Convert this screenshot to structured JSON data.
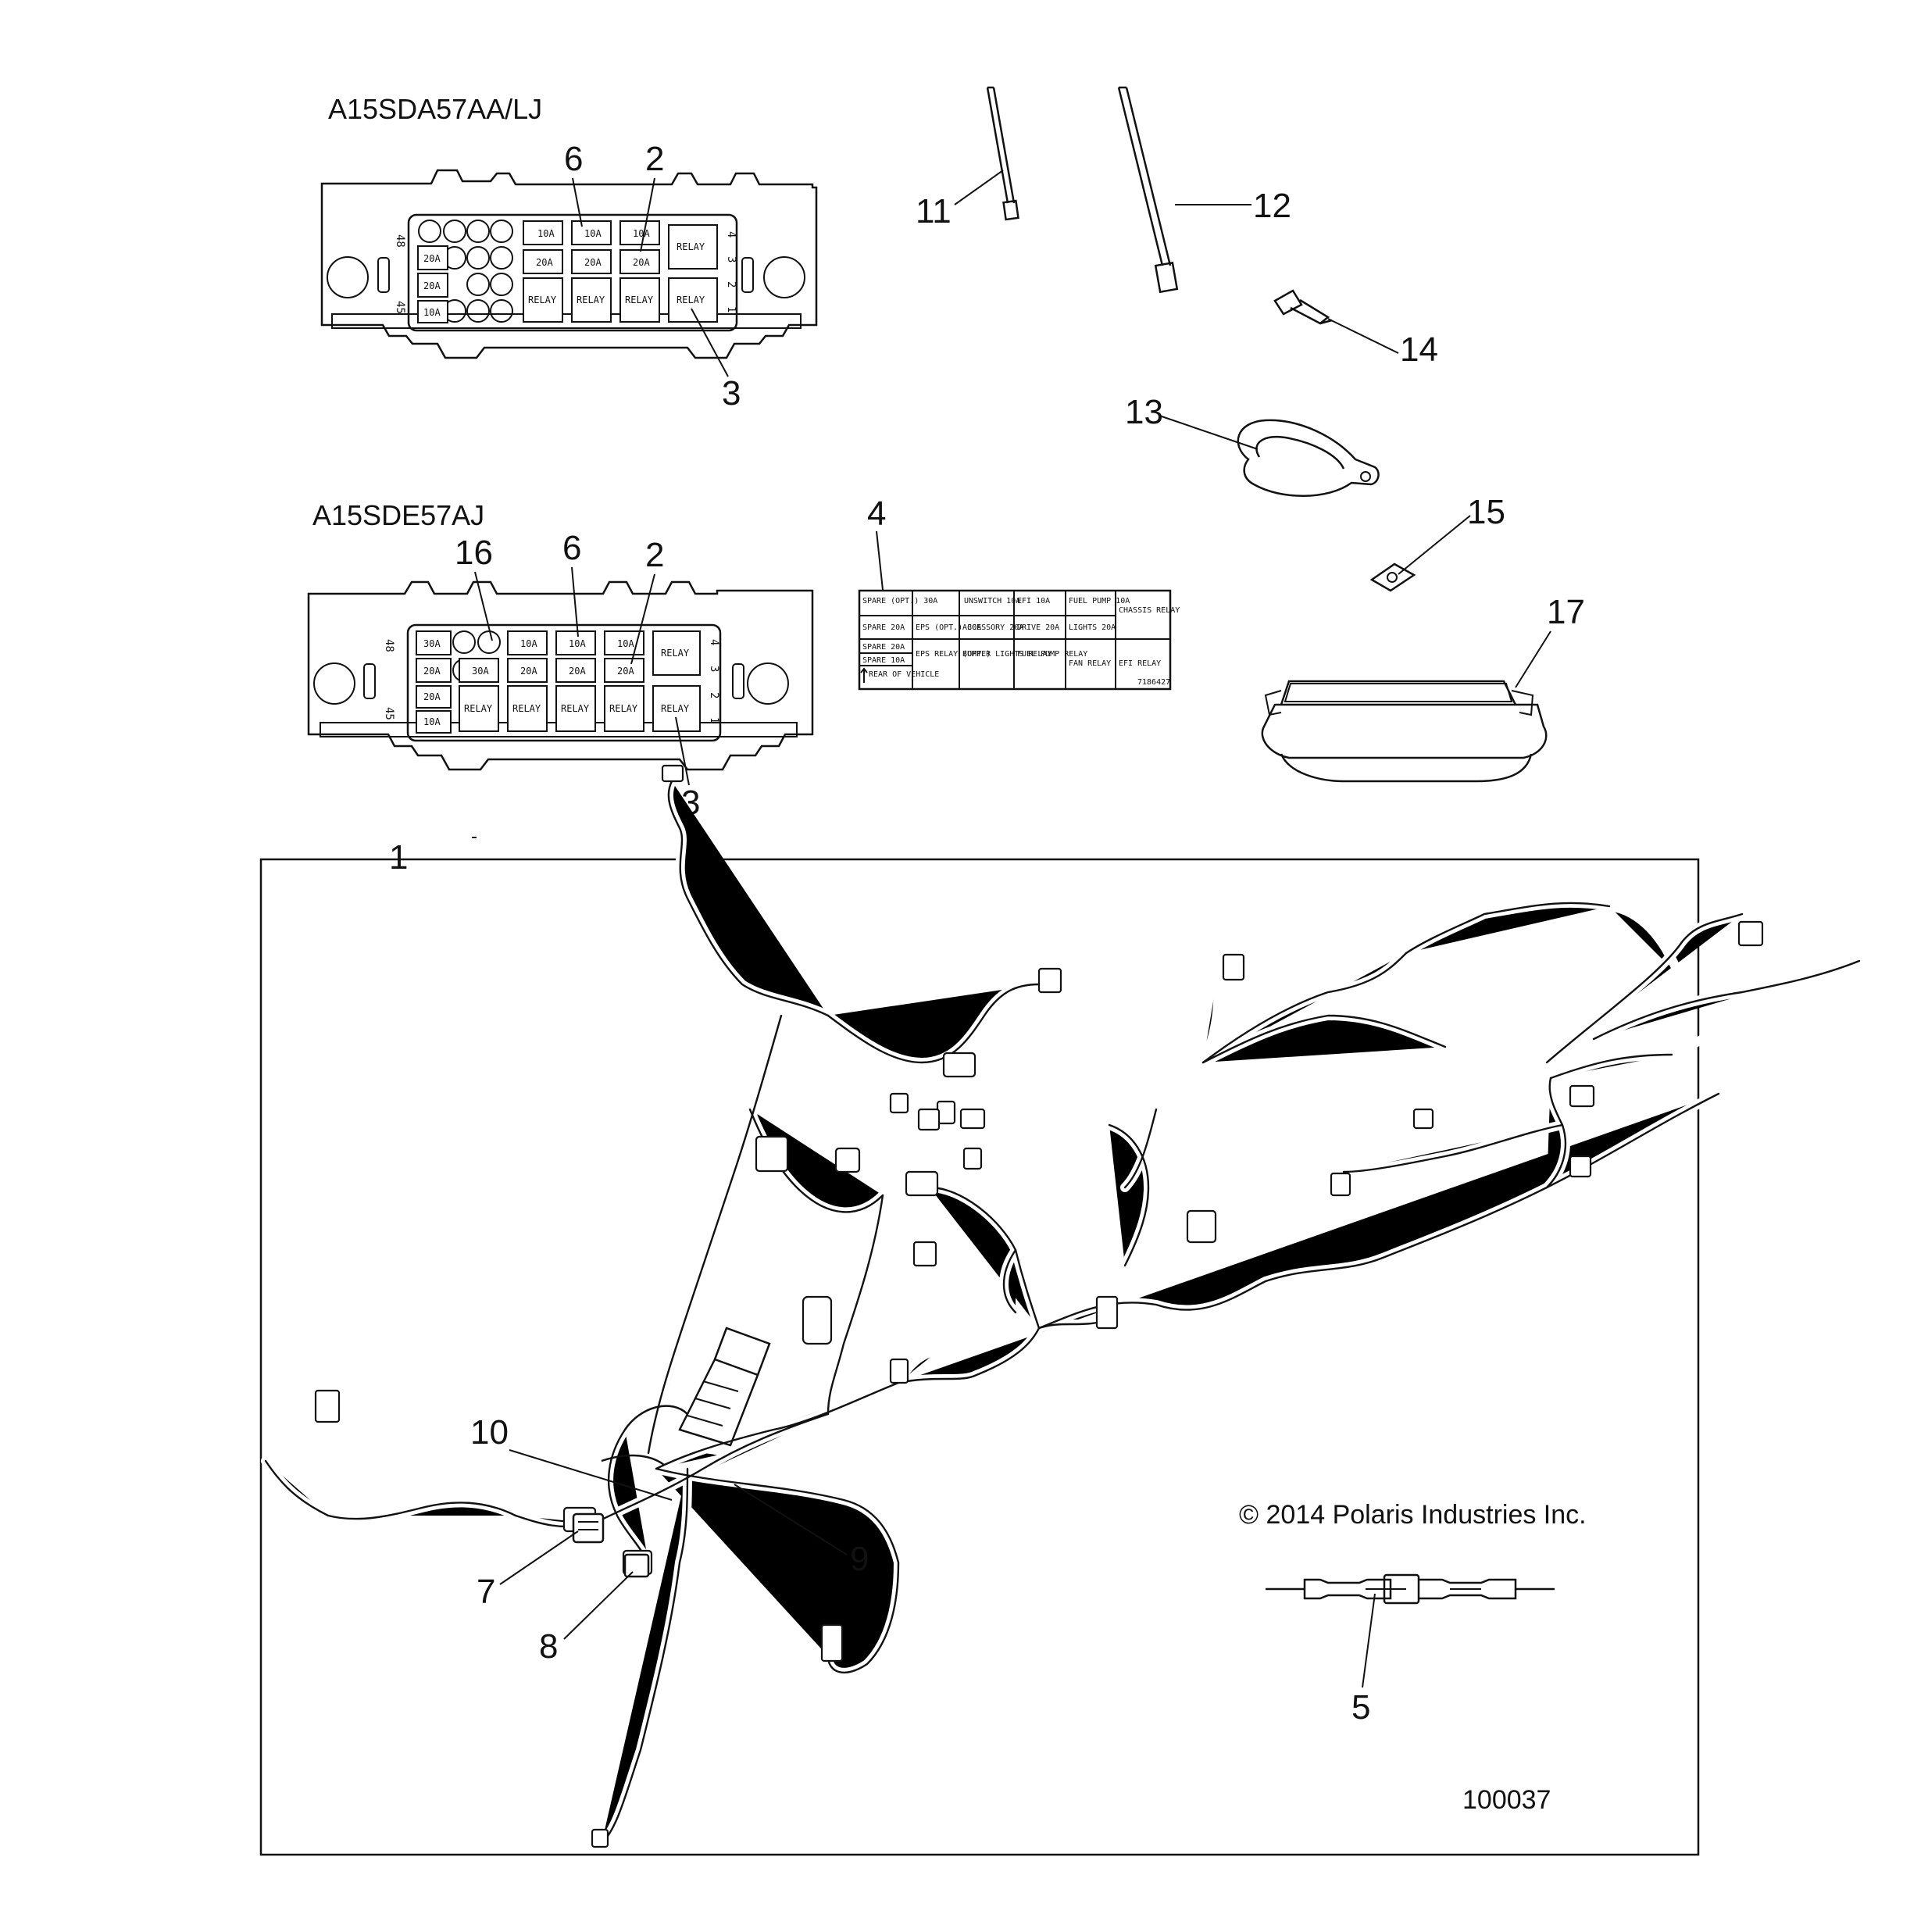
{
  "models": {
    "top": "A15SDA57AA/LJ",
    "bottom": "A15SDE57AJ"
  },
  "callouts": {
    "c1": "1",
    "c2a": "2",
    "c2b": "2",
    "c3a": "3",
    "c3b": "3",
    "c4": "4",
    "c5": "5",
    "c6a": "6",
    "c6b": "6",
    "c7": "7",
    "c8": "8",
    "c9": "9",
    "c10": "10",
    "c11": "11",
    "c12": "12",
    "c13": "13",
    "c14": "14",
    "c15": "15",
    "c16": "16",
    "c17": "17"
  },
  "fuse_box_top": {
    "side_left_top": "48",
    "side_left_bottom": "45",
    "side_right": [
      "4",
      "3",
      "2",
      "1"
    ],
    "cells": {
      "r1a": "10A",
      "r1b": "10A",
      "r1c": "10A",
      "r1d": "RELAY",
      "r2a": "20A",
      "r2b": "20A",
      "r2c": "20A",
      "r2d": "20A",
      "r3a": "20A",
      "r3b": "RELAY",
      "r3c": "RELAY",
      "r3d": "RELAY",
      "r3e": "RELAY",
      "r4a": "10A"
    }
  },
  "fuse_box_bottom": {
    "side_left_top": "48",
    "side_left_bottom": "45",
    "side_right": [
      "4",
      "3",
      "2",
      "1"
    ],
    "cells": {
      "r1a": "30A",
      "r1b": "10A",
      "r1c": "10A",
      "r1d": "10A",
      "r1e": "RELAY",
      "r2a": "20A",
      "r2b": "30A",
      "r2c": "20A",
      "r2d": "20A",
      "r2e": "20A",
      "r3a": "20A",
      "r3b": "RELAY",
      "r3c": "RELAY",
      "r3d": "RELAY",
      "r3e": "RELAY",
      "r3f": "RELAY",
      "r4a": "10A"
    }
  },
  "decal": {
    "row1": [
      "SPARE (OPT.) 30A",
      "",
      "UNSWITCH 10A",
      "EFI 10A",
      "FUEL PUMP 10A",
      "CHASSIS RELAY"
    ],
    "row2": [
      "SPARE 20A",
      "EPS (OPT.) 30A",
      "ACCESSORY 20A",
      "DRIVE 20A",
      "LIGHTS 20A"
    ],
    "row3": [
      "SPARE 20A",
      "EPS RELAY (OPT.)",
      "BUMPER LIGHTS RELAY",
      "FUEL PUMP RELAY",
      "FAN RELAY",
      "EFI RELAY"
    ],
    "row4": [
      "SPARE 10A"
    ],
    "arrow_note": "REAR OF VEHICLE",
    "part_no": "7186427"
  },
  "copyright": "© 2014 Polaris Industries Inc.",
  "figure_id": "100037"
}
